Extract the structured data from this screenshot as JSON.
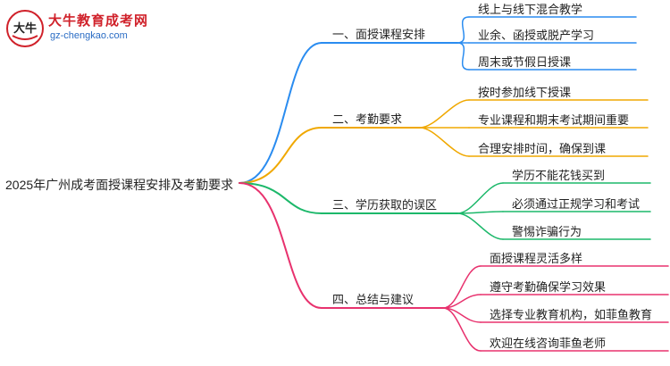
{
  "logo": {
    "title": "大牛教育成考网",
    "url": "gz-chengkao.com",
    "mark_text": "大牛"
  },
  "root": {
    "label": "2025年广州成考面授课程安排及考勤要求"
  },
  "branches": [
    {
      "label": "一、面授课程安排",
      "color": "#2a8cf0",
      "leaves": [
        "线上与线下混合教学",
        "业余、函授或脱产学习",
        "周末或节假日授课"
      ]
    },
    {
      "label": "二、考勤要求",
      "color": "#f0a800",
      "leaves": [
        "按时参加线下授课",
        "专业课程和期末考试期间重要",
        "合理安排时间，确保到课"
      ]
    },
    {
      "label": "三、学历获取的误区",
      "color": "#1cb86a",
      "leaves": [
        "学历不能花钱买到",
        "必须通过正规学习和考试",
        "警惕诈骗行为"
      ]
    },
    {
      "label": "四、总结与建议",
      "color": "#e8326e",
      "leaves": [
        "面授课程灵活多样",
        "遵守考勤确保学习效果",
        "选择专业教育机构，如菲鱼教育",
        "欢迎在线咨询菲鱼老师"
      ]
    }
  ]
}
